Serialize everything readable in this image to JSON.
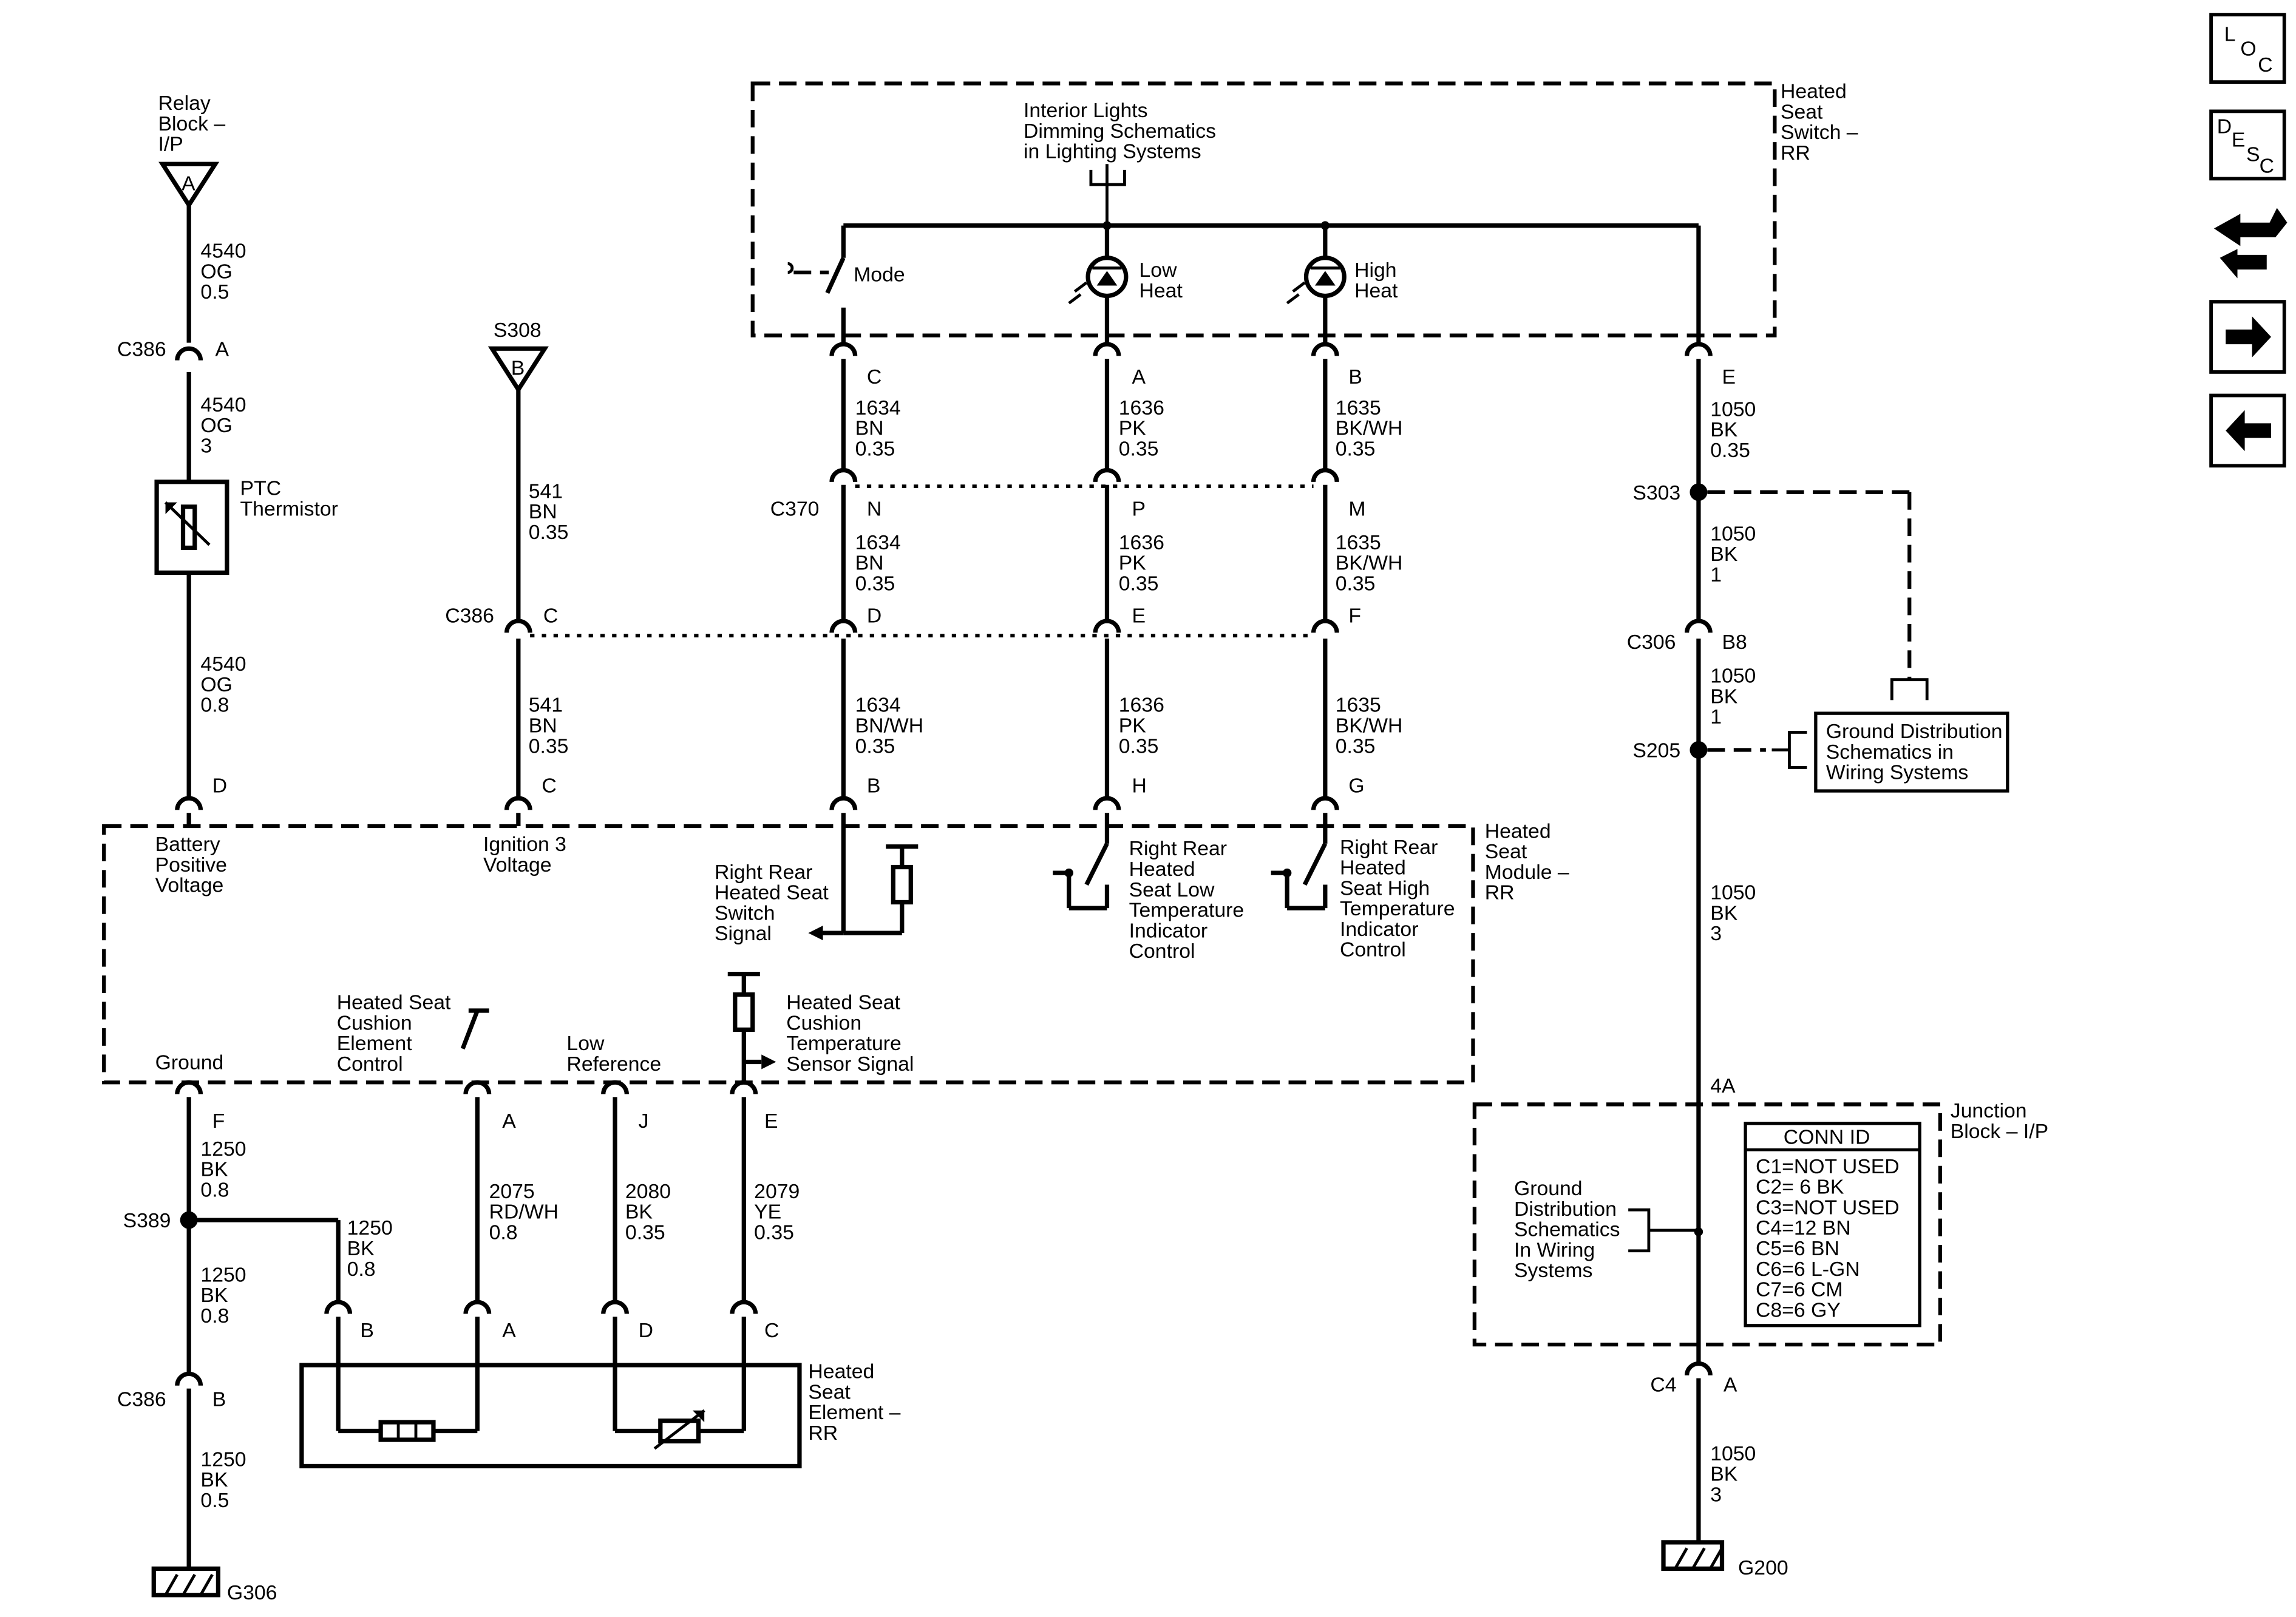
{
  "modules": {
    "relay_block": [
      "Relay",
      "Block –",
      "I/P"
    ],
    "relay_pin": "A",
    "s308_label": "S308",
    "s308_pin": "B",
    "switch_title": [
      "Heated",
      "Seat",
      "Switch –",
      "RR"
    ],
    "dimming_ref": [
      "Interior Lights",
      "Dimming Schematics",
      "in Lighting Systems"
    ],
    "module_title": [
      "Heated",
      "Seat",
      "Module –",
      "RR"
    ],
    "element_title": [
      "Heated",
      "Seat",
      "Element –",
      "RR"
    ],
    "junction_title": [
      "Junction",
      "Block – I/P"
    ],
    "ptc": [
      "PTC",
      "Thermistor"
    ],
    "ground_dist_1": [
      "Ground Distribution",
      "Schematics in",
      "Wiring Systems"
    ],
    "ground_dist_2": [
      "Ground",
      "Distribution",
      "Schematics",
      "In Wiring",
      "Systems"
    ]
  },
  "switch_items": {
    "mode": "Mode",
    "low": [
      "Low",
      "Heat"
    ],
    "high": [
      "High",
      "Heat"
    ]
  },
  "module_pins": {
    "battery": [
      "Battery",
      "Positive",
      "Voltage"
    ],
    "ignition": [
      "Ignition 3",
      "Voltage"
    ],
    "switch_signal": [
      "Right Rear",
      "Heated Seat",
      "Switch",
      "Signal"
    ],
    "low_indicator": [
      "Right Rear",
      "Heated",
      "Seat Low",
      "Temperature",
      "Indicator",
      "Control"
    ],
    "high_indicator": [
      "Right Rear",
      "Heated",
      "Seat High",
      "Temperature",
      "Indicator",
      "Control"
    ],
    "ground": "Ground",
    "cushion_control": [
      "Heated Seat",
      "Cushion",
      "Element",
      "Control"
    ],
    "low_reference": [
      "Low",
      "Reference"
    ],
    "temp_signal": [
      "Heated Seat",
      "Cushion",
      "Temperature",
      "Sensor Signal"
    ]
  },
  "connectors": {
    "c386": "C386",
    "c370": "C370",
    "c306": "C306",
    "c4": "C4",
    "s303": "S303",
    "s205": "S205",
    "s389": "S389",
    "g306": "G306",
    "g200": "G200",
    "a": "A",
    "b": "B",
    "c": "C",
    "d": "D",
    "e": "E",
    "f": "F",
    "g": "G",
    "h": "H",
    "j": "J",
    "m": "M",
    "n": "N",
    "p": "P",
    "b8": "B8",
    "fourA": "4A"
  },
  "wires": {
    "w4540_05": [
      "4540",
      "OG",
      "0.5"
    ],
    "w4540_3": [
      "4540",
      "OG",
      "3"
    ],
    "w4540_08": [
      "4540",
      "OG",
      "0.8"
    ],
    "w541": [
      "541",
      "BN",
      "0.35"
    ],
    "w1634": [
      "1634",
      "BN",
      "0.35"
    ],
    "w1634wh": [
      "1634",
      "BN/WH",
      "0.35"
    ],
    "w1636": [
      "1636",
      "PK",
      "0.35"
    ],
    "w1635": [
      "1635",
      "BK/WH",
      "0.35"
    ],
    "w1050_035": [
      "1050",
      "BK",
      "0.35"
    ],
    "w1050_1": [
      "1050",
      "BK",
      "1"
    ],
    "w1050_3": [
      "1050",
      "BK",
      "3"
    ],
    "w1250_08": [
      "1250",
      "BK",
      "0.8"
    ],
    "w1250_05": [
      "1250",
      "BK",
      "0.5"
    ],
    "w2075": [
      "2075",
      "RD/WH",
      "0.8"
    ],
    "w2080": [
      "2080",
      "BK",
      "0.35"
    ],
    "w2079": [
      "2079",
      "YE",
      "0.35"
    ]
  },
  "conn_id": {
    "header": "CONN ID",
    "rows": [
      "C1=NOT USED",
      "C2= 6 BK",
      "C3=NOT USED",
      "C4=12 BN",
      "C5=6 BN",
      "C6=6 L-GN",
      "C7=6 CM",
      "C8=6 GY"
    ]
  },
  "nav": {
    "loc": [
      "L",
      "O",
      "C"
    ],
    "desc": [
      "D",
      "E",
      "S",
      "C"
    ],
    "tools_icon": "wrench-arrows-icon",
    "next_icon": "arrow-right-icon",
    "prev_icon": "arrow-left-icon"
  }
}
